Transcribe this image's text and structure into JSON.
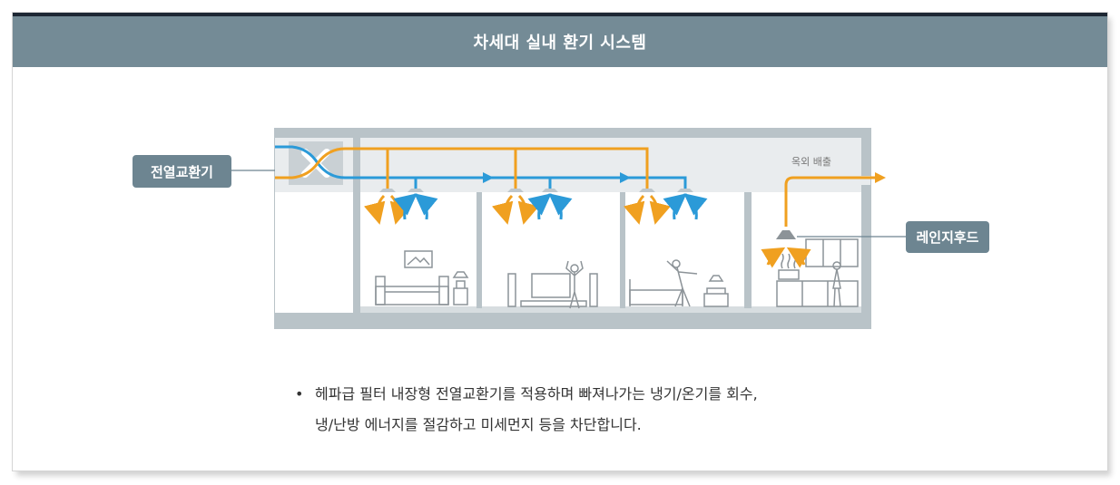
{
  "header": {
    "title": "차세대 실내 환기 시스템"
  },
  "labels": {
    "erv": "전열교환기",
    "range_hood": "레인지후드",
    "outdoor_exhaust": "옥외 배출"
  },
  "caption": {
    "bullet": "•",
    "line1": "헤파급 필터 내장형 전열교환기를 적용하며 빠져나가는 냉기/온기를 회수,",
    "line2": "냉/난방 에너지를 절감하고 미세먼지 등을 차단합니다."
  },
  "colors": {
    "header_bg": "#748b96",
    "supply_orange": "#f0a020",
    "exhaust_blue": "#2b9ad8",
    "wall_gray": "#b9c3c8",
    "label_bg": "#6d8591"
  }
}
